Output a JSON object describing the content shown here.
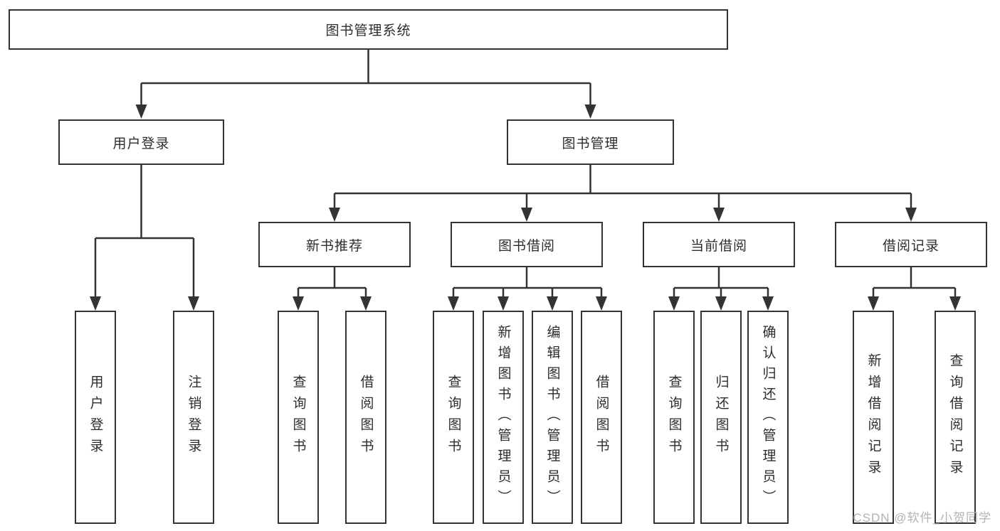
{
  "tree": {
    "root": {
      "label": "图书管理系统"
    },
    "branches": [
      {
        "label": "用户登录",
        "children": [
          {
            "label": "用户登录"
          },
          {
            "label": "注销登录"
          }
        ]
      },
      {
        "label": "图书管理",
        "children": [
          {
            "label": "新书推荐",
            "children": [
              {
                "label": "查询图书"
              },
              {
                "label": "借阅图书"
              }
            ]
          },
          {
            "label": "图书借阅",
            "children": [
              {
                "label": "查询图书"
              },
              {
                "label": "新增图书（管理员）"
              },
              {
                "label": "编辑图书（管理员）"
              },
              {
                "label": "借阅图书"
              }
            ]
          },
          {
            "label": "当前借阅",
            "children": [
              {
                "label": "查询图书"
              },
              {
                "label": "归还图书"
              },
              {
                "label": "确认归还（管理员）"
              }
            ]
          },
          {
            "label": "借阅记录",
            "children": [
              {
                "label": "新增借阅记录"
              },
              {
                "label": "查询借阅记录"
              }
            ]
          }
        ]
      }
    ]
  },
  "watermark": {
    "text": "CSDN @软件_小贺同学"
  },
  "colors": {
    "line": "#333333",
    "text": "#2d2d2d",
    "background": "#ffffff",
    "watermark": "#b3b3b3"
  }
}
